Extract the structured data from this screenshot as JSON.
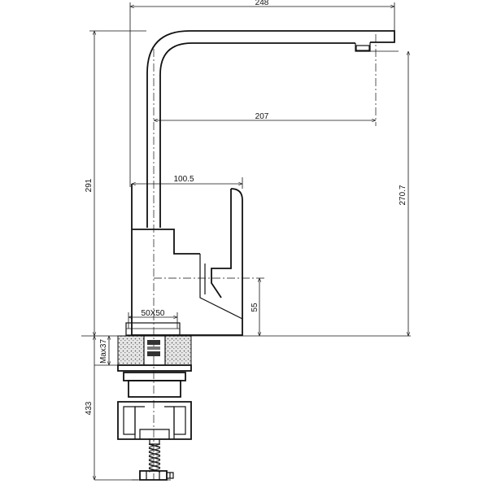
{
  "dimensions": {
    "top_width": "248",
    "spout_reach": "207",
    "handle_offset": "100.5",
    "total_height": "291",
    "spout_height": "270.7",
    "base_to_lever": "55",
    "base_size": "50X50",
    "max_thickness": "Max37",
    "below_counter": "433"
  }
}
